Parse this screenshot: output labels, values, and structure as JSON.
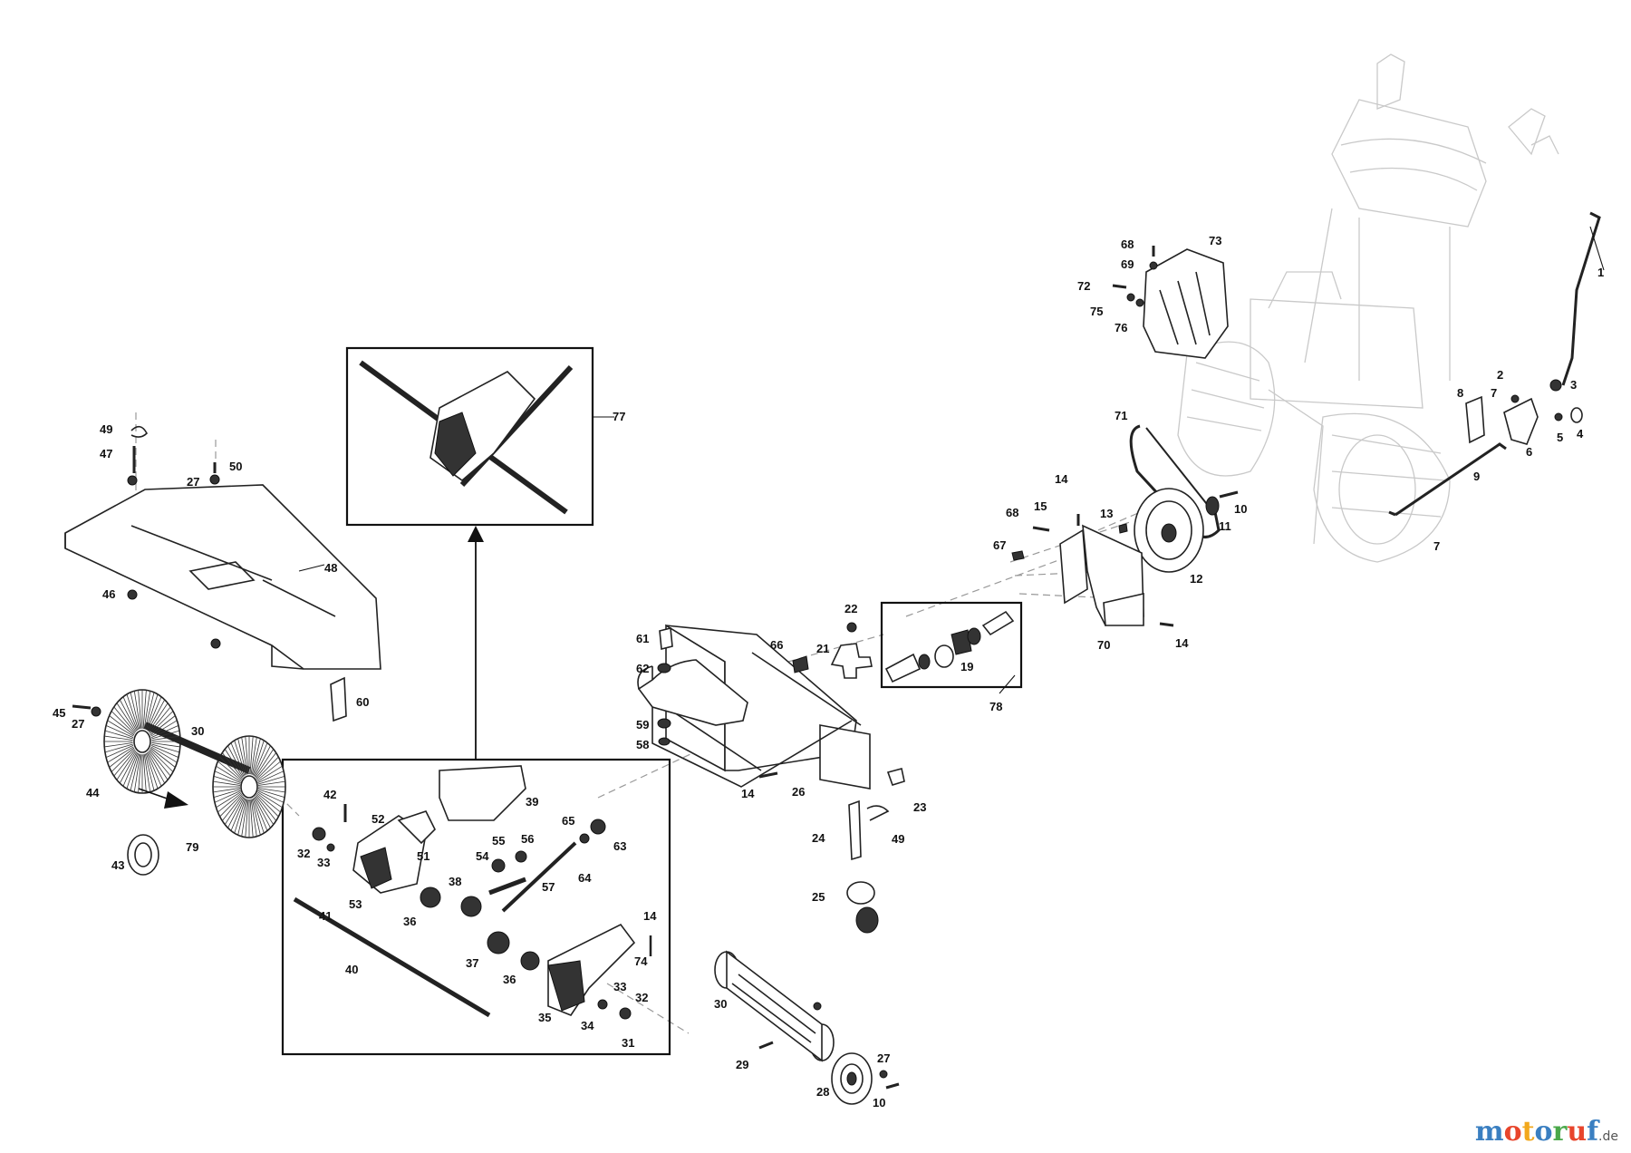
{
  "diagram": {
    "callouts": [
      "1",
      "2",
      "3",
      "4",
      "5",
      "6",
      "7",
      "8",
      "9",
      "10",
      "11",
      "12",
      "13",
      "14",
      "15",
      "19",
      "21",
      "22",
      "23",
      "24",
      "25",
      "26",
      "27",
      "28",
      "29",
      "30",
      "31",
      "32",
      "33",
      "34",
      "35",
      "36",
      "37",
      "38",
      "39",
      "40",
      "41",
      "42",
      "43",
      "44",
      "45",
      "46",
      "47",
      "48",
      "49",
      "50",
      "51",
      "52",
      "53",
      "54",
      "55",
      "56",
      "57",
      "58",
      "59",
      "60",
      "61",
      "62",
      "63",
      "64",
      "65",
      "66",
      "67",
      "68",
      "69",
      "70",
      "71",
      "72",
      "73",
      "74",
      "75",
      "76",
      "77",
      "78",
      "79"
    ]
  },
  "branding": {
    "letters": [
      "m",
      "o",
      "t",
      "o",
      "r",
      "u",
      "f"
    ],
    "letter_colors": [
      "#3a7fc1",
      "#e8452c",
      "#f2a81d",
      "#3a7fc1",
      "#4aa84a",
      "#e8452c",
      "#3a7fc1"
    ],
    "suffix": ".de"
  }
}
